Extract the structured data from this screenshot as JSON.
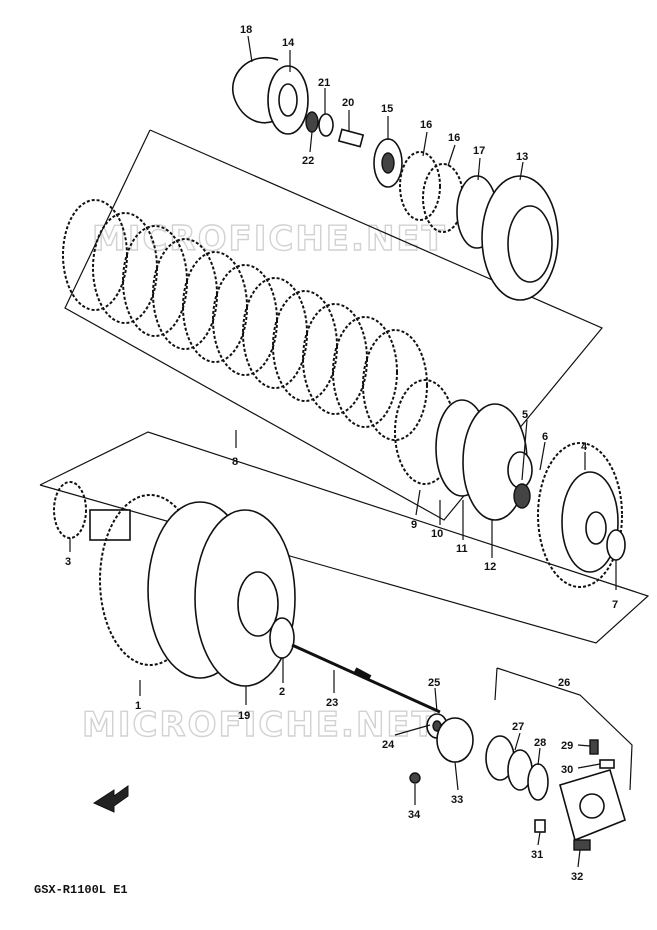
{
  "diagram": {
    "title": "GSX-R1100L E1",
    "watermark": "MICROFICHE.NET",
    "labels": [
      {
        "id": "18",
        "text": "18"
      },
      {
        "id": "14",
        "text": "14"
      },
      {
        "id": "21",
        "text": "21"
      },
      {
        "id": "20",
        "text": "20"
      },
      {
        "id": "22",
        "text": "22"
      },
      {
        "id": "15",
        "text": "15"
      },
      {
        "id": "16a",
        "text": "16"
      },
      {
        "id": "16b",
        "text": "16"
      },
      {
        "id": "17",
        "text": "17"
      },
      {
        "id": "13",
        "text": "13"
      },
      {
        "id": "8",
        "text": "8"
      },
      {
        "id": "5",
        "text": "5"
      },
      {
        "id": "6",
        "text": "6"
      },
      {
        "id": "4",
        "text": "4"
      },
      {
        "id": "9",
        "text": "9"
      },
      {
        "id": "10",
        "text": "10"
      },
      {
        "id": "11",
        "text": "11"
      },
      {
        "id": "12",
        "text": "12"
      },
      {
        "id": "7",
        "text": "7"
      },
      {
        "id": "3",
        "text": "3"
      },
      {
        "id": "1",
        "text": "1"
      },
      {
        "id": "19",
        "text": "19"
      },
      {
        "id": "2",
        "text": "2"
      },
      {
        "id": "23",
        "text": "23"
      },
      {
        "id": "25",
        "text": "25"
      },
      {
        "id": "26",
        "text": "26"
      },
      {
        "id": "24",
        "text": "24"
      },
      {
        "id": "27",
        "text": "27"
      },
      {
        "id": "28",
        "text": "28"
      },
      {
        "id": "29",
        "text": "29"
      },
      {
        "id": "30",
        "text": "30"
      },
      {
        "id": "33",
        "text": "33"
      },
      {
        "id": "34",
        "text": "34"
      },
      {
        "id": "31",
        "text": "31"
      },
      {
        "id": "32",
        "text": "32"
      }
    ],
    "colors": {
      "ink": "#111111",
      "watermark": "#d2d2d2",
      "background": "#ffffff"
    }
  }
}
